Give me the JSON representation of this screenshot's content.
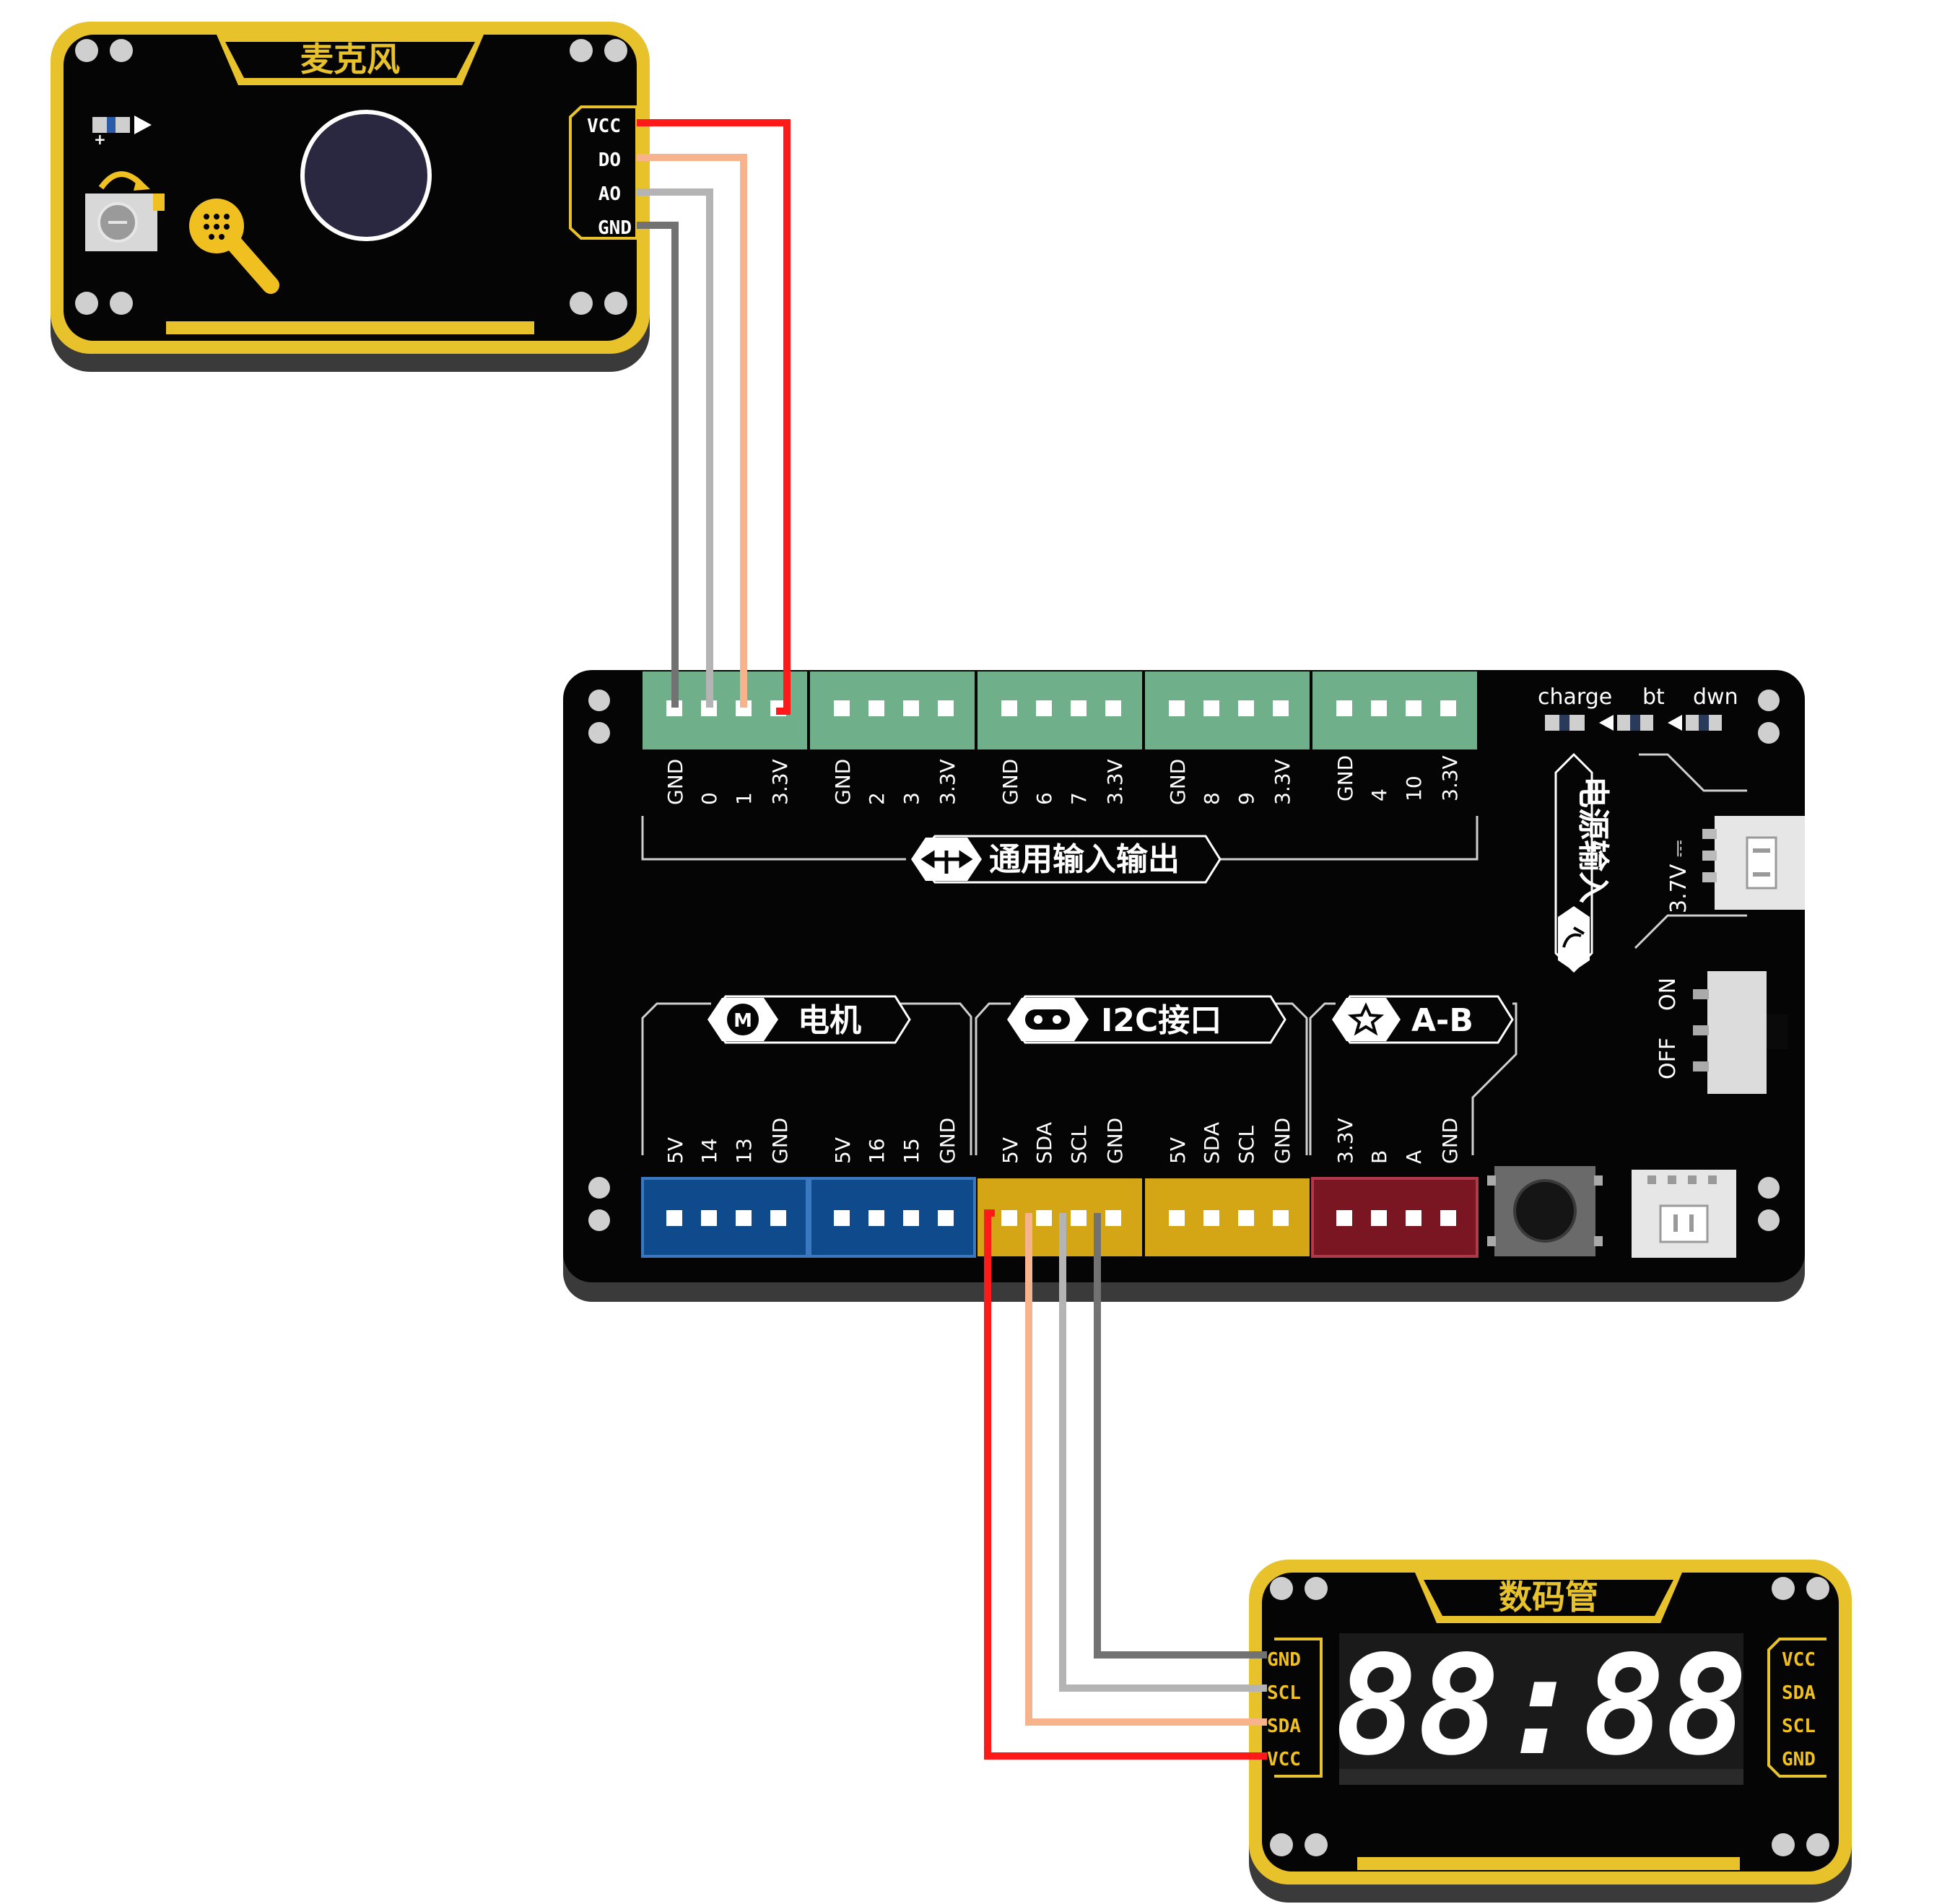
{
  "microphone": {
    "title": "麦克风",
    "pins": [
      "VCC",
      "DO",
      "AO",
      "GND"
    ]
  },
  "board": {
    "gpio_label": "通用输入输出",
    "gpio_groups": [
      [
        "GND",
        "0",
        "1",
        "3.3V"
      ],
      [
        "GND",
        "2",
        "3",
        "3.3V"
      ],
      [
        "GND",
        "6",
        "7",
        "3.3V"
      ],
      [
        "GND",
        "8",
        "9",
        "3.3V"
      ],
      [
        "GND",
        "4",
        "10",
        "3.3V"
      ]
    ],
    "motor_label": "电机",
    "i2c_label": "I2C接口",
    "ab_label": "A-B",
    "motor_icon": "M",
    "bottom_groups": [
      [
        "5V",
        "14",
        "13",
        "GND"
      ],
      [
        "5V",
        "16",
        "15",
        "GND"
      ],
      [
        "5V",
        "SDA",
        "SCL",
        "GND"
      ],
      [
        "5V",
        "SDA",
        "SCL",
        "GND"
      ],
      [
        "3.3V",
        "B",
        "A",
        "GND"
      ]
    ],
    "power_label": "电源输入",
    "battery_label": "3.7V ⎓",
    "switch_on": "ON",
    "switch_off": "OFF",
    "led_labels": [
      "charge",
      "bt",
      "dwn"
    ]
  },
  "display": {
    "title": "数码管",
    "left_pins": [
      "GND",
      "SCL",
      "SDA",
      "VCC"
    ],
    "right_pins": [
      "VCC",
      "SDA",
      "SCL",
      "GND"
    ],
    "segments_text": "88:88"
  },
  "colors": {
    "module_yellow": "#e8c22a",
    "board_black": "#050505",
    "gpio_green": "#6fb08a",
    "motor_blue": "#0e4a8c",
    "i2c_yellow": "#d4a514",
    "ab_red": "#7a1622",
    "wire_red": "#ff1a1a",
    "wire_peach": "#f7b48c",
    "wire_lightgray": "#b4b4b4",
    "wire_darkgray": "#727272"
  }
}
